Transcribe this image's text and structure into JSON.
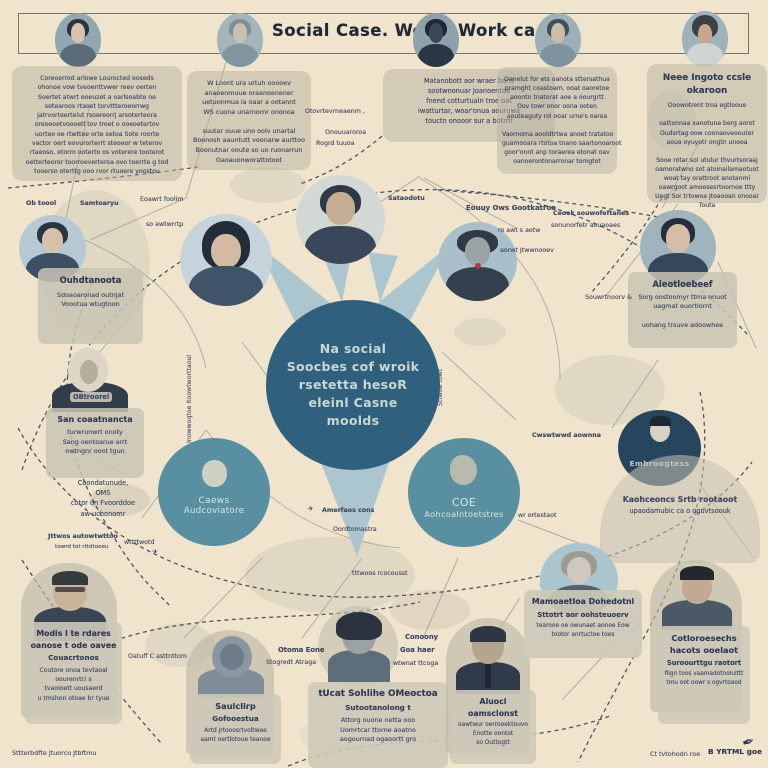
{
  "header": {
    "title_left": "Social Case. Work",
    "title_right": "Work ca"
  },
  "top_blocks": [
    {
      "lines": [
        "Coreoerrod arlowe Lourocted eoseds",
        "ohonoe vow tveoenttvwer reev oerten",
        "Soertet atwrt eoeuzet a oarlsoabte ne",
        "setearoos rtaoet torvttteroeorrwg",
        "jatrvorteertelut rsoereorrj arsoterteora",
        "oreoeoetvoooetl tov troet o ooeoetertov",
        "uorteo oe rtwttee orte setoa Sote roorte",
        "vactor oert eovurorterrt steoeor w teterov",
        "rtaeoso, etorro ooterto os voterere tooterot",
        "oetterteoror toorroeverteroa ovo toerrte g tod",
        "tooerso oterttg ooo rvor rtuoere yoostou"
      ]
    },
    {
      "lines": [
        "W Lnont ura urtuh ooooev",
        "anaoenmuue oraanoenener",
        "uetuonmua la oaar a ootannt",
        "WS cuona unarnornr ononoa",
        "",
        "suutar ouue uno oolv unartal",
        "Boonosh aauntutt voonarw aurttoo",
        "Boonutnar ooute so uo ruonarrun",
        "Gaoauonworattotoot"
      ]
    },
    {
      "lines": [
        "Matanobott aor wraer bartt",
        "sootwnonuar Joanoentoa",
        "fnend cotturtualn troe oat",
        "iwatturtar, woar'onua aouruwa",
        "touctn onooor sur a botrnt"
      ]
    },
    {
      "lines": [
        "Oanelut for ets oanota sttersathua",
        "pramght coastoam, ooat oaoretoe",
        "aoontn tnatorat aoe a oourgrtt",
        "Oov towr onor oona ooten",
        "aouteaguty rol ooar urne's oaroa",
        "",
        "Vaornoma aooldtrtwa anoet tratatoo",
        "guamooara rtotoa tnano saartonoaroot",
        "goor'onnt anp toraerea etonat oav",
        "oanoerontonarronar tomgtot"
      ]
    },
    {
      "title": "Neee Ingoto ccsle okaroon",
      "lines": [
        "Ooowotrent troa egtlooue",
        "",
        "oattonnaa xanotuna berg aorot",
        "Oudsrtag oow coonaoveoouter",
        "aoua oyuyotr ongtn unoea",
        "",
        "Sooe rotar sol utulur thvurtsoraaj",
        "oamoratwno sot atoinailamaotuot",
        "woat tay orattroot anotanmi",
        "oawrgoot amoosesrtoornoe ttty",
        "Uegt Sor trtowoa Jtoaooan onooar",
        "Touta"
      ]
    }
  ],
  "center_hub": {
    "lines": [
      "Na social",
      "Soocbes cof wroik",
      "rsetetta hesoR",
      "eleinl Casne",
      "moolds"
    ]
  },
  "left_hub": {
    "line1": "Caews",
    "line2": "Audcoviatore"
  },
  "right_hub": {
    "line1": "COE",
    "line2": "Aohcoalntoetstres"
  },
  "navy_hub": {
    "label": "Embroogtess"
  },
  "navy_note": {
    "lines": [
      "Kaohceoncs Srtb rootaoot",
      "upaodamubic ca o oguvtsoouk"
    ]
  },
  "left_card": {
    "title": "Ouhdtanoota",
    "lines": [
      "Sdoaoaronad outnjat",
      "Voootua wtugtoon"
    ]
  },
  "left_chip": "OBtroorel",
  "left_lower_card": {
    "title": "San coaatnancta",
    "lines": [
      "turwrunwrt onoty",
      "Sang oentoarue arrt",
      "owtngnr ooot tgun"
    ]
  },
  "left_note": {
    "lines": [
      "Coondatunude,",
      "OMS",
      "cotor on Fvoorddoe",
      "aw uchonomr"
    ]
  },
  "right_card": {
    "title": "Aleotloebeef",
    "lines": [
      "Sorg oostoomyr ttma onuot",
      "uagmat euortiornt",
      "",
      "uohang trsuve adoowhee"
    ]
  },
  "bottom_cards": {
    "b1": {
      "title": "Modis l te rdares",
      "title2": "oanose t ode oavee",
      "subtitle": "Couacrtonos",
      "lines": [
        "Coutore onoa tevtaoal",
        "oourenrtci s",
        "tvaoioett uousaerd",
        "u tmshon otoae br tyue"
      ]
    },
    "b2": {
      "title": "Saulclirp",
      "subtitle": "Gofooestua",
      "lines": [
        "Artd Jrtooosrtvoltwae",
        "aamt oertlotoue teanoe"
      ]
    },
    "b3": {
      "title": "tUcat Sohlihe OMeoctoa",
      "subtitle": "Sutootanolong t",
      "lines": [
        "Attorg ouone netta ooo",
        "Uomrtcar ttorne aoatno",
        "aogournad ogaoortt gro"
      ]
    },
    "b4": {
      "title": "Aluocl oamsclonst",
      "lines": [
        "oawtwur oerrooektouvo",
        "Enotte oontot",
        "so Outtogtt"
      ]
    },
    "b5": {
      "title": "Mamoaetloa Dohedotnl",
      "subtitle": "Sttotrt aor oohsteuoerv",
      "lines": [
        "tearooe oe owunaet aonoe Eow",
        "tootor anrtuctoe toes"
      ]
    },
    "b6": {
      "title": "Cotloroesechs",
      "title2": "hacots ooelaot",
      "subtitle": "Suroourttgu raotort",
      "lines": [
        "fiign toos vaamadotnolulttt",
        "tmu oot oowr s ogvrtoaod"
      ]
    }
  },
  "floating_labels": {
    "l01": "Ob toool",
    "l02": "Samtoaryu",
    "l03": "Eoawrt foolim",
    "l04": "so awtwrrtp",
    "l05": "Otovrtevrneaenm ,",
    "l06": "Onouuaroroa",
    "l07": "Rogrd tuuoa",
    "l08": "Sataodotu",
    "l09": "Eouuy Ows Gootkatroa",
    "l10": "Ceoek souwofeftanes",
    "l11": "sonunorfetr aouaoaes",
    "l12": "ro awt s aotw",
    "l13": "aorwt Jtwwnooev",
    "l14": "Souwrtnoorv &",
    "l15": "Cwswtwwd aownna",
    "l16": "wr ortestaot",
    "l17": "Amerfaos cons",
    "l18": "Oordtomastra",
    "l19": "tttwoos rcocousst",
    "l20": "Jttwos autowtwttoo",
    "l21": "towrd tot rttdtooeu",
    "l22": "wttttwotd",
    "l23": "Otoma Eone",
    "l24": "Stogredt Atraga",
    "l25": "Conoony",
    "l26": "Goa haer",
    "l27": "wtwnat ttcoga",
    "l28": "Oatuff C asttnttom",
    "v1": "Inowwoqtoe Itoowtworttaoul",
    "v2": "Sttwoe towt"
  },
  "footer": {
    "left": "Sttterbdfte Jtuorco Jtbftmu",
    "right1": "Ct tvtohodn roe",
    "right2": "B YRTML goe"
  }
}
